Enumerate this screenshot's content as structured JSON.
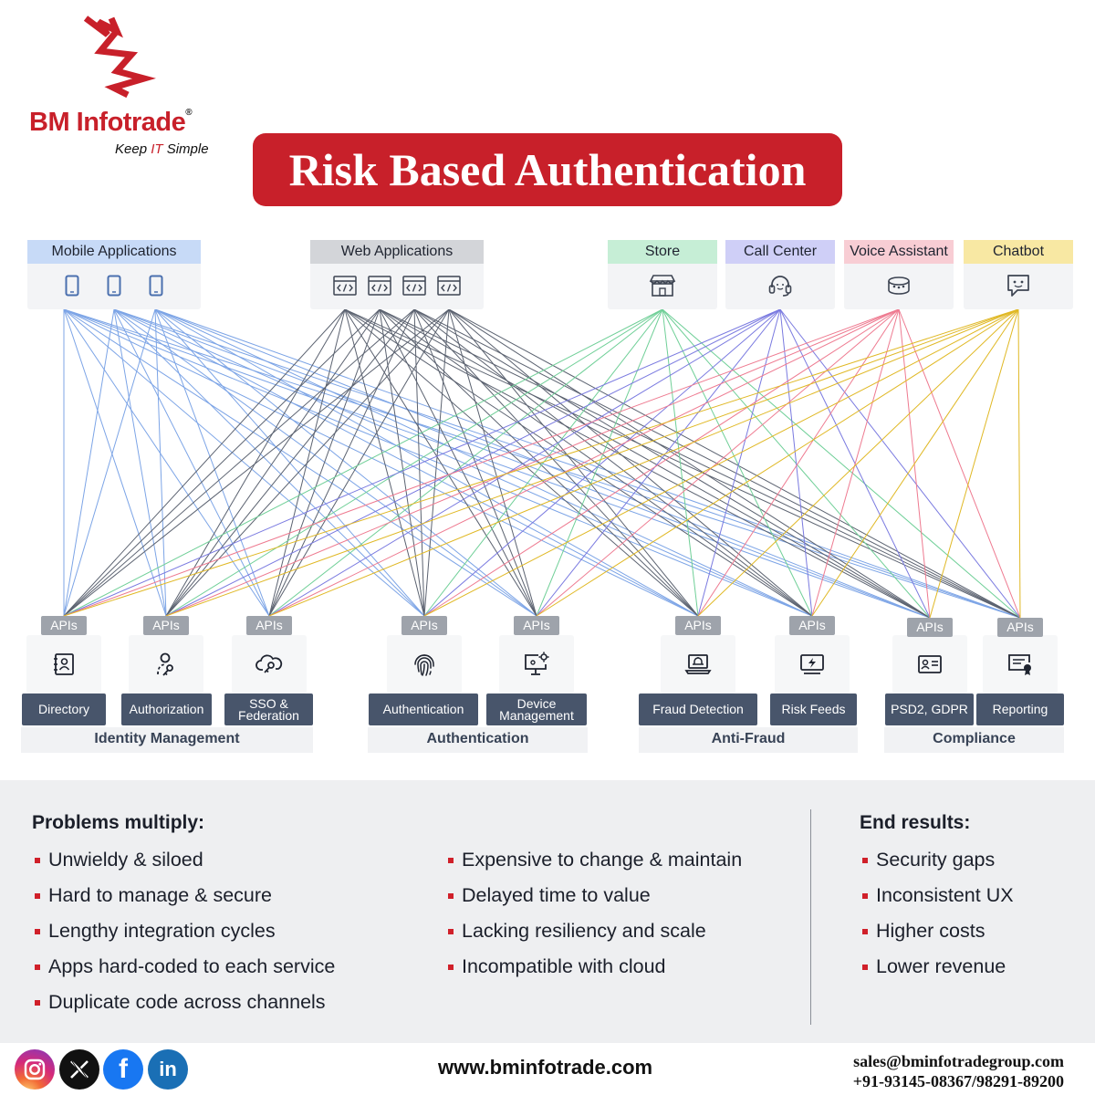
{
  "brand": {
    "name": "BM Infotrade",
    "registered": "®",
    "tagline_pre": "Keep ",
    "tagline_it": "IT",
    "tagline_post": " Simple",
    "accent": "#c8202a"
  },
  "title": "Risk Based Authentication",
  "sources": [
    {
      "label": "Mobile Applications",
      "color": "#c7daf7",
      "line_color": "#7ca4e6",
      "icon": "smartphone-icon",
      "icon_count": 3
    },
    {
      "label": "Web Applications",
      "color": "#d3d5d9",
      "line_color": "#5b6270",
      "icon": "code-window-icon",
      "icon_count": 4
    },
    {
      "label": "Store",
      "color": "#c6eed6",
      "line_color": "#6fcf97",
      "icon": "storefront-icon",
      "icon_count": 1
    },
    {
      "label": "Call Center",
      "color": "#cfcff7",
      "line_color": "#7a7ae0",
      "icon": "headset-icon",
      "icon_count": 1
    },
    {
      "label": "Voice Assistant",
      "color": "#f8cdd4",
      "line_color": "#ee7a90",
      "icon": "smart-speaker-icon",
      "icon_count": 1
    },
    {
      "label": "Chatbot",
      "color": "#f8e8a3",
      "line_color": "#e0b824",
      "icon": "chatbot-icon",
      "icon_count": 1
    }
  ],
  "services": [
    {
      "label": "Directory",
      "apis": "APIs",
      "icon": "contact-book-icon"
    },
    {
      "label": "Authorization",
      "apis": "APIs",
      "icon": "user-key-icon"
    },
    {
      "label_line1": "SSO &",
      "label_line2": "Federation",
      "apis": "APIs",
      "icon": "cloud-key-icon"
    },
    {
      "label": "Authentication",
      "apis": "APIs",
      "icon": "fingerprint-icon"
    },
    {
      "label_line1": "Device",
      "label_line2": "Management",
      "apis": "APIs",
      "icon": "monitor-gear-icon"
    },
    {
      "label": "Fraud Detection",
      "apis": "APIs",
      "icon": "laptop-alert-icon"
    },
    {
      "label": "Risk Feeds",
      "apis": "APIs",
      "icon": "screen-bolt-icon"
    },
    {
      "label": "PSD2, GDPR",
      "apis": "APIs",
      "icon": "id-card-icon"
    },
    {
      "label": "Reporting",
      "apis": "APIs",
      "icon": "certificate-icon"
    }
  ],
  "groups": [
    "Identity Management",
    "Authentication",
    "Anti-Fraud",
    "Compliance"
  ],
  "problems": {
    "heading": "Problems multiply:",
    "col1": [
      "Unwieldy & siloed",
      "Hard to manage & secure",
      "Lengthy integration cycles",
      "Apps hard-coded to each service",
      "Duplicate code across channels"
    ],
    "col2": [
      "Expensive to change & maintain",
      "Delayed time to value",
      "Lacking resiliency and scale",
      "Incompatible with cloud"
    ]
  },
  "results": {
    "heading": "End results:",
    "items": [
      "Security gaps",
      "Inconsistent UX",
      "Higher costs",
      "Lower revenue"
    ]
  },
  "footer": {
    "social": [
      "instagram-icon",
      "x-icon",
      "facebook-icon",
      "linkedin-icon"
    ],
    "website": "www.bminfotrade.com",
    "email": "sales@bminfotradegroup.com",
    "phone": "+91-93145-08367/98291-89200"
  }
}
